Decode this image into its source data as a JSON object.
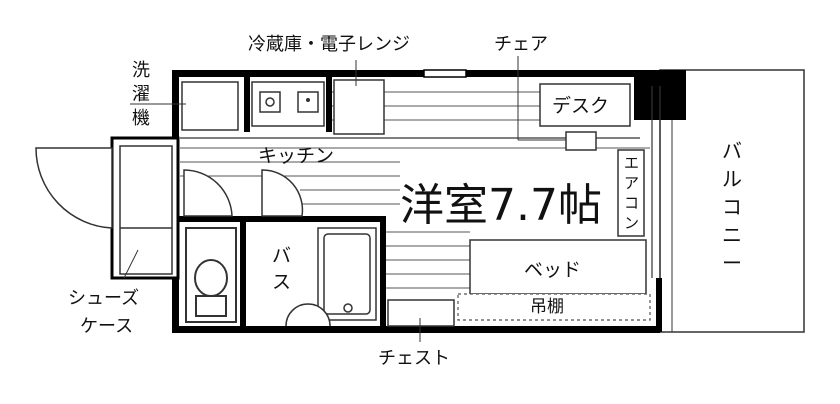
{
  "floorplan": {
    "labels": {
      "washing_machine": "洗濯機",
      "fridge_microwave": "冷蔵庫・電子レンジ",
      "chair": "チェア",
      "desk": "デスク",
      "kitchen": "キッチン",
      "room": "洋室7.7帖",
      "aircon": "エアコン",
      "balcony": "バルコニー",
      "bath": "バス",
      "bed": "ベッド",
      "shelf": "吊棚",
      "shoe_case": "シューズケース",
      "chest": "チェスト"
    },
    "colors": {
      "wall": "#000000",
      "line": "#333333",
      "background": "#ffffff"
    }
  }
}
